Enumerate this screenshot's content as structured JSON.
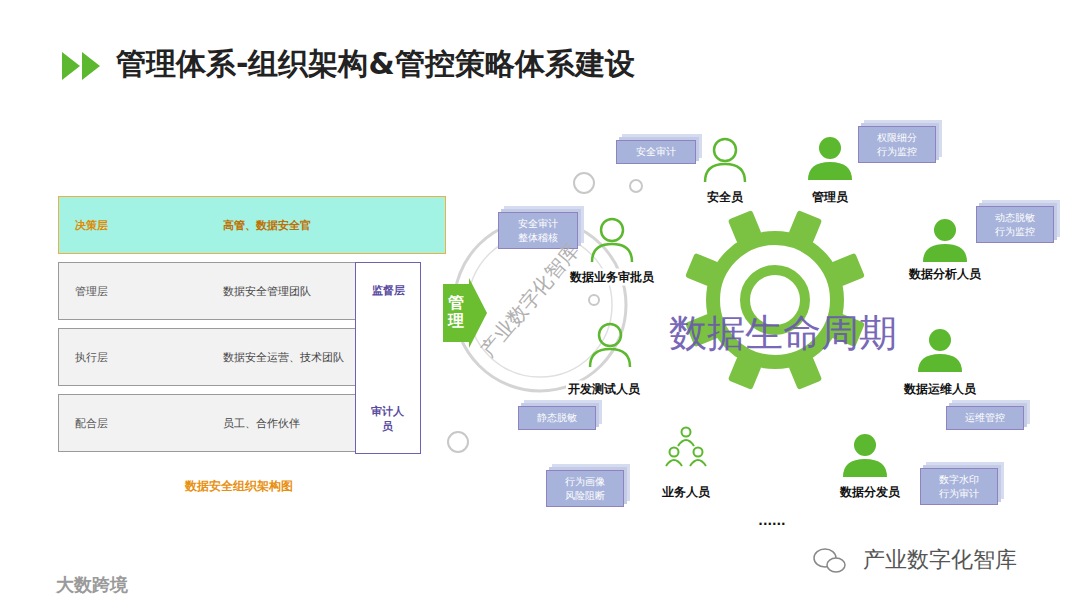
{
  "diagram": {
    "title": "管理体系-组织架构&管控策略体系建设",
    "caption": "数据安全组织架构图",
    "nodes": [
      {
        "text": [
          "决策层",
          "高管、数据安全官"
        ]
      },
      {
        "text": [
          "管理层",
          "数据安全管理团队"
        ]
      },
      {
        "text": [
          "执行层",
          "数据安全运营、技术团队"
        ]
      },
      {
        "text": [
          "配合层",
          "员工、合作伙伴"
        ]
      },
      {
        "text": [
          "监督层",
          "审计人员"
        ]
      },
      {
        "text": [
          "管理"
        ]
      },
      {
        "text": [
          "数据生命周期"
        ]
      },
      {
        "text": [
          "安全审计"
        ]
      },
      {
        "text": [
          "权限细分 行为监控"
        ]
      },
      {
        "text": [
          "安全审计 整体稽核"
        ]
      },
      {
        "text": [
          "动态脱敏 行为监控"
        ]
      },
      {
        "text": [
          "静态脱敏"
        ]
      },
      {
        "text": [
          "运维管控"
        ]
      },
      {
        "text": [
          "行为画像 风险阻断"
        ]
      },
      {
        "text": [
          "数字水印 行为审计"
        ]
      }
    ],
    "edges": [],
    "labels": [
      "安全员",
      "管理员",
      "数据业务审批员",
      "数据分析人员",
      "开发测试人员",
      "数据运维人员",
      "业务人员",
      "数据分发员",
      "......",
      "产业数字化智库",
      "产业数字化智库",
      "大数跨境"
    ]
  }
}
